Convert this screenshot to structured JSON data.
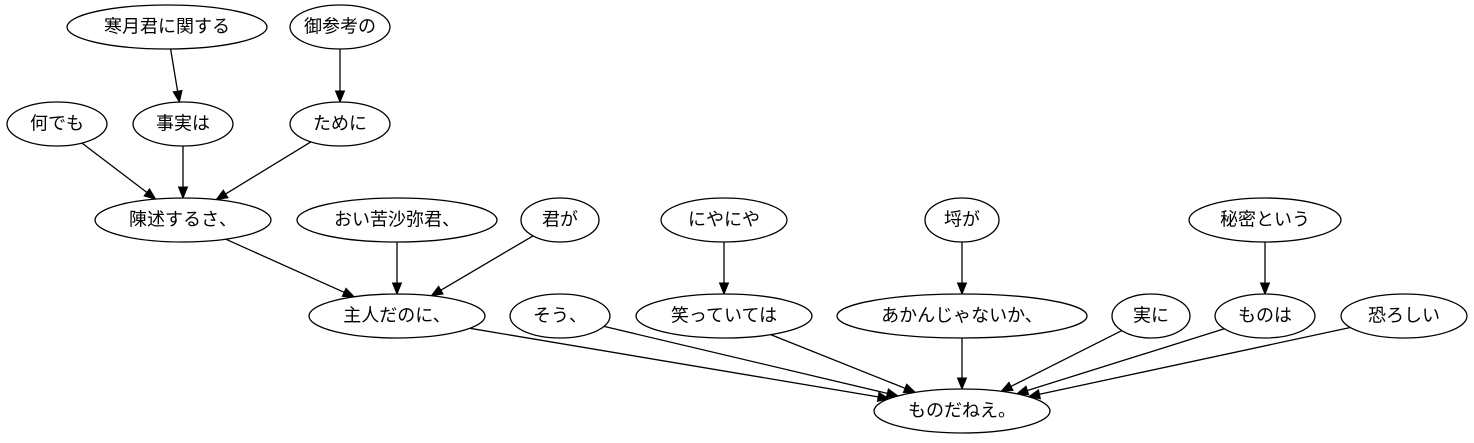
{
  "diagram": {
    "nodes": [
      {
        "id": "n_kangetsu",
        "label": "寒月君に関する"
      },
      {
        "id": "n_gosankou",
        "label": "御参考の"
      },
      {
        "id": "n_nandemo",
        "label": "何でも"
      },
      {
        "id": "n_jijitsu",
        "label": "事実は"
      },
      {
        "id": "n_tameni",
        "label": "ために"
      },
      {
        "id": "n_chinjutsu",
        "label": "陳述するさ、"
      },
      {
        "id": "n_oikusha",
        "label": "おい苦沙弥君、"
      },
      {
        "id": "n_kimiga",
        "label": "君が"
      },
      {
        "id": "n_niyaniya",
        "label": "にやにや"
      },
      {
        "id": "n_rachiga",
        "label": "埒が"
      },
      {
        "id": "n_himitsu",
        "label": "秘密という"
      },
      {
        "id": "n_shujin",
        "label": "主人だのに、"
      },
      {
        "id": "n_sou",
        "label": "そう、"
      },
      {
        "id": "n_waratte",
        "label": "笑っていては"
      },
      {
        "id": "n_akan",
        "label": "あかんじゃないか、"
      },
      {
        "id": "n_jitsuni",
        "label": "実に"
      },
      {
        "id": "n_monowa",
        "label": "ものは"
      },
      {
        "id": "n_osoroshii",
        "label": "恐ろしい"
      },
      {
        "id": "n_monodanee",
        "label": "ものだねえ。"
      }
    ],
    "edges": [
      {
        "from": "n_kangetsu",
        "to": "n_jijitsu"
      },
      {
        "from": "n_gosankou",
        "to": "n_tameni"
      },
      {
        "from": "n_nandemo",
        "to": "n_chinjutsu"
      },
      {
        "from": "n_jijitsu",
        "to": "n_chinjutsu"
      },
      {
        "from": "n_tameni",
        "to": "n_chinjutsu"
      },
      {
        "from": "n_chinjutsu",
        "to": "n_shujin"
      },
      {
        "from": "n_oikusha",
        "to": "n_shujin"
      },
      {
        "from": "n_kimiga",
        "to": "n_shujin"
      },
      {
        "from": "n_niyaniya",
        "to": "n_waratte"
      },
      {
        "from": "n_rachiga",
        "to": "n_akan"
      },
      {
        "from": "n_himitsu",
        "to": "n_monowa"
      },
      {
        "from": "n_shujin",
        "to": "n_monodanee"
      },
      {
        "from": "n_sou",
        "to": "n_monodanee"
      },
      {
        "from": "n_waratte",
        "to": "n_monodanee"
      },
      {
        "from": "n_akan",
        "to": "n_monodanee"
      },
      {
        "from": "n_jitsuni",
        "to": "n_monodanee"
      },
      {
        "from": "n_monowa",
        "to": "n_monodanee"
      },
      {
        "from": "n_osoroshii",
        "to": "n_monodanee"
      }
    ]
  }
}
